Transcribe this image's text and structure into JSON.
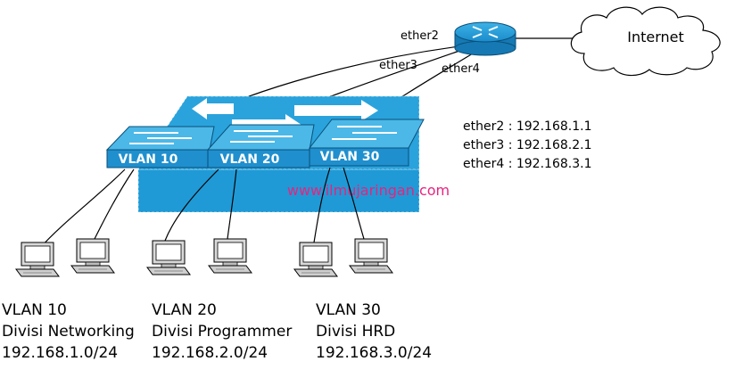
{
  "router": {
    "ports": [
      "ether2",
      "ether3",
      "ether4"
    ]
  },
  "cloud": {
    "label": "Internet"
  },
  "switches": [
    {
      "label": "VLAN 10"
    },
    {
      "label": "VLAN 20"
    },
    {
      "label": "VLAN 30"
    }
  ],
  "ip_table": [
    "ether2 : 192.168.1.1",
    "ether3 : 192.168.2.1",
    "ether4 : 192.168.3.1"
  ],
  "watermark": "www.ilmujaringan.com",
  "groups": [
    {
      "vlan": "VLAN 10",
      "division": "Divisi Networking",
      "subnet": "192.168.1.0/24"
    },
    {
      "vlan": "VLAN 20",
      "division": "Divisi Programmer",
      "subnet": "192.168.2.0/24"
    },
    {
      "vlan": "VLAN 30",
      "division": "Divisi HRD",
      "subnet": "192.168.3.0/24"
    }
  ],
  "colors": {
    "switch": "#1f9ad6",
    "switch_dark": "#0f6fa3",
    "watermark": "#e8237f"
  }
}
